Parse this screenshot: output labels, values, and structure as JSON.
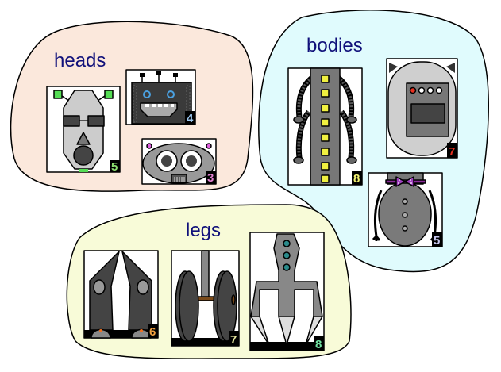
{
  "groups": [
    {
      "id": "heads",
      "label": "heads",
      "fill": "#fbe8dc"
    },
    {
      "id": "bodies",
      "label": "bodies",
      "fill": "#e0fbfd"
    },
    {
      "id": "legs",
      "label": "legs",
      "fill": "#f8fbd8"
    }
  ],
  "parts": {
    "heads": [
      {
        "name": "tall-head",
        "count": "5",
        "badge_color": "#8ce070",
        "icon": "robot-head-tall-icon"
      },
      {
        "name": "square-head",
        "count": "4",
        "badge_color": "#9cc8f0",
        "icon": "robot-head-square-icon"
      },
      {
        "name": "round-eyes-head",
        "count": "3",
        "badge_color": "#e080d0",
        "icon": "robot-head-round-icon"
      }
    ],
    "bodies": [
      {
        "name": "spine-body",
        "count": "8",
        "badge_color": "#f0f070",
        "icon": "robot-body-spine-icon"
      },
      {
        "name": "stove-body",
        "count": "7",
        "badge_color": "#e83020",
        "icon": "robot-body-stove-icon"
      },
      {
        "name": "bowtie-body",
        "count": "5",
        "badge_color": "#c8c8f0",
        "icon": "robot-body-bowtie-icon"
      }
    ],
    "legs": [
      {
        "name": "walker-legs",
        "count": "6",
        "badge_color": "#f0a040",
        "icon": "robot-legs-walker-icon"
      },
      {
        "name": "wheel-legs",
        "count": "7",
        "badge_color": "#e8e8a0",
        "icon": "robot-legs-wheels-icon"
      },
      {
        "name": "claw-legs",
        "count": "8",
        "badge_color": "#70e0a0",
        "icon": "robot-legs-claw-icon"
      }
    ]
  }
}
